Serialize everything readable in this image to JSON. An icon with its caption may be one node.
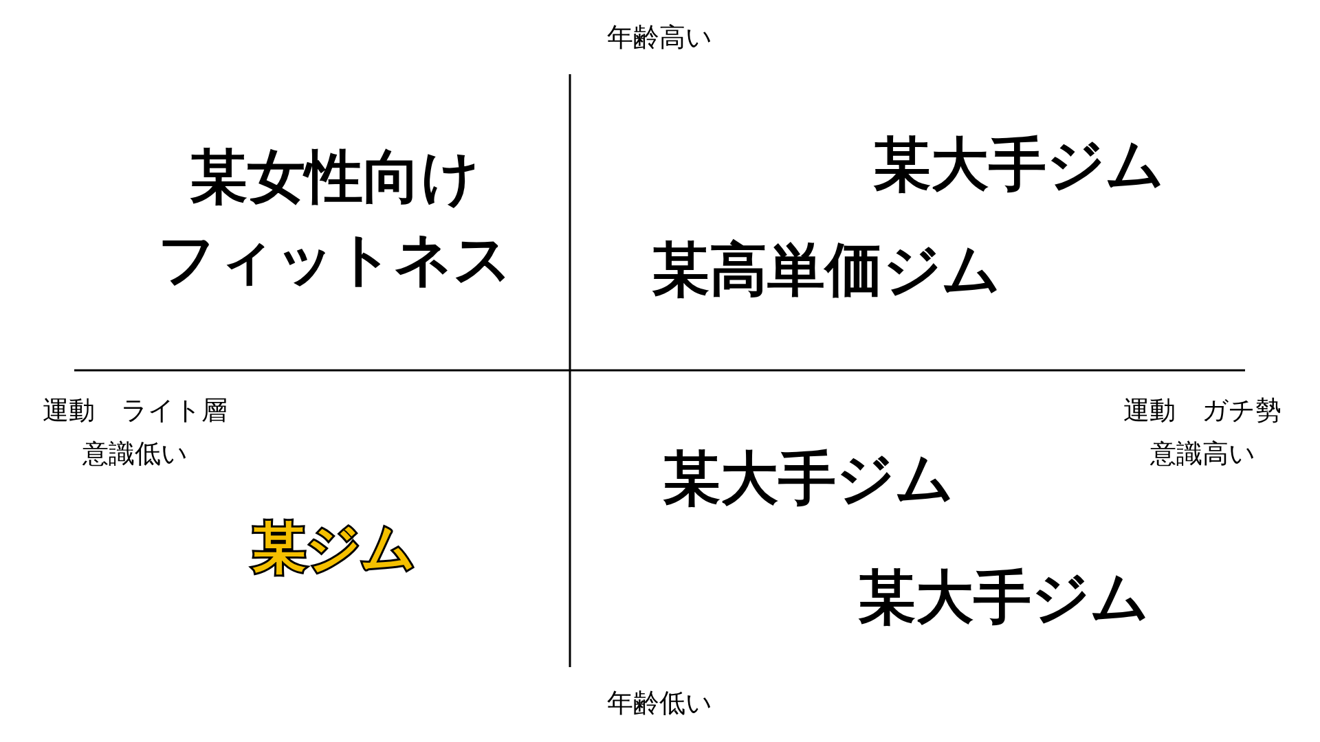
{
  "diagram": {
    "labels": [
      "年齢高い",
      "某女性向け",
      "フィットネス",
      "某大手ジム",
      "某高単価ジム",
      "運動　ライト層",
      "意識低い",
      "運動　ガチ勢",
      "意識高い",
      "某大手ジム",
      "某ジム",
      "某大手ジム",
      "年齢低い"
    ]
  }
}
